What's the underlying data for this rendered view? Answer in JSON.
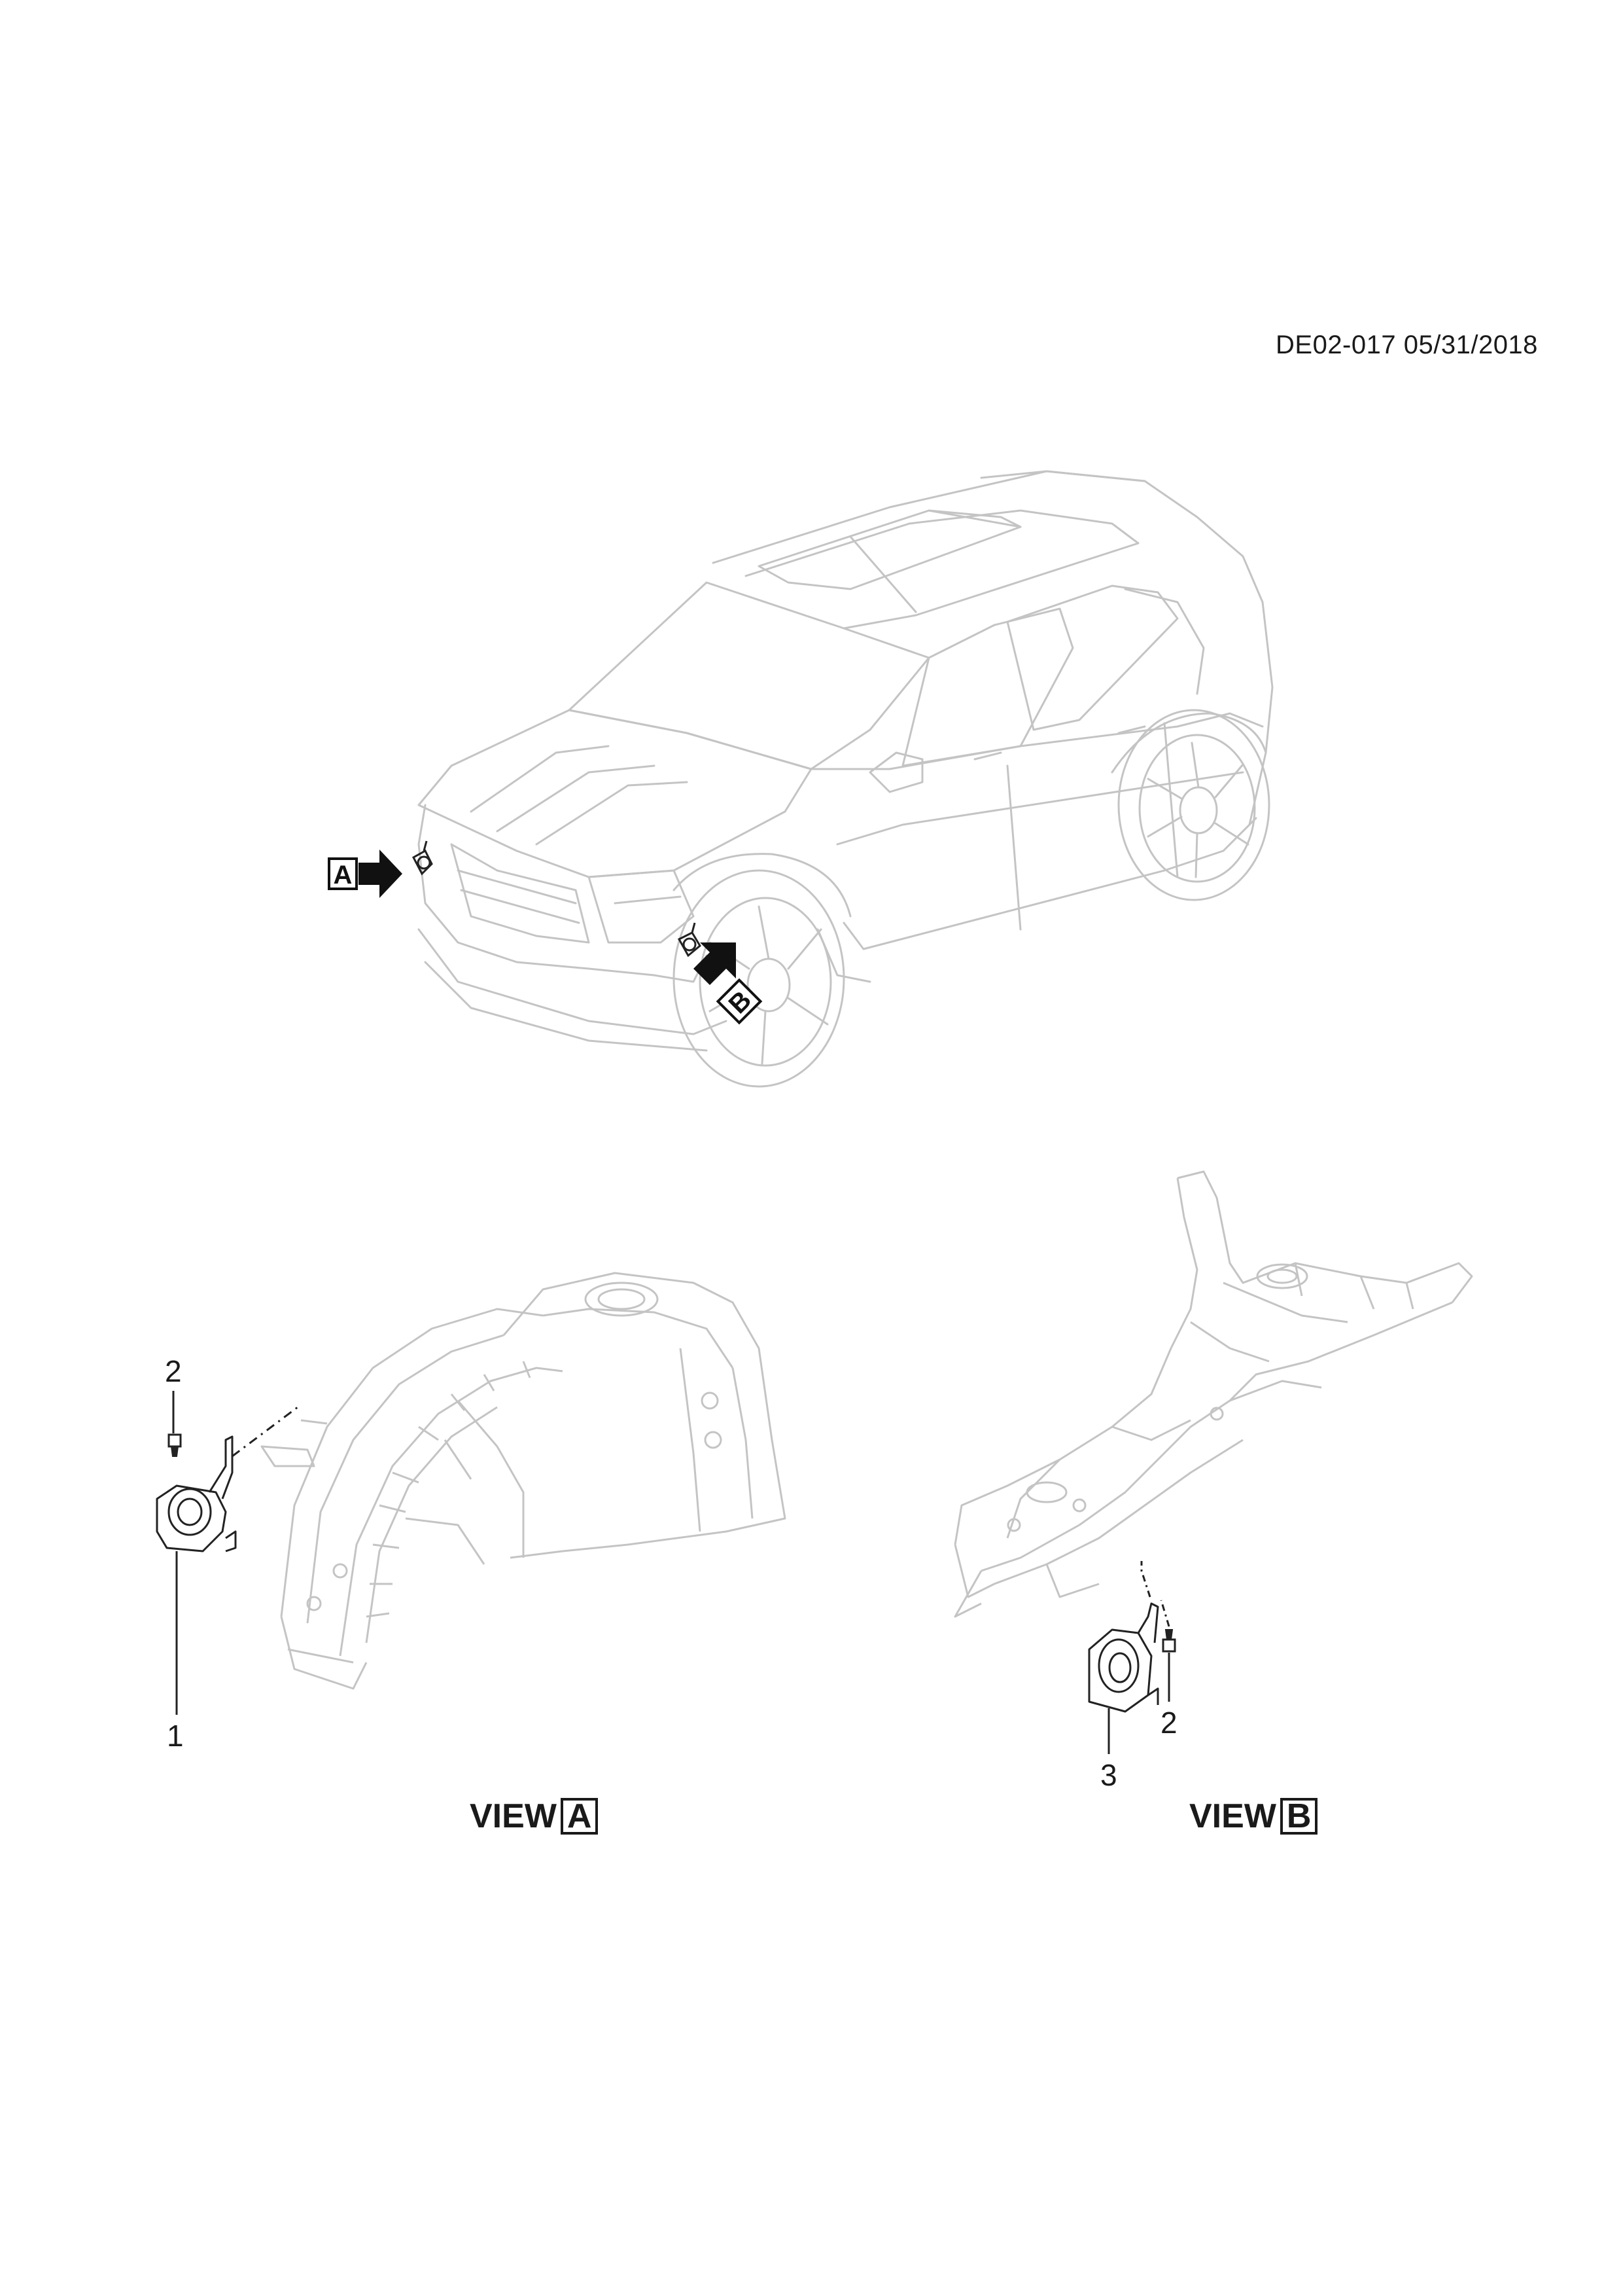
{
  "document": {
    "reference": "DE02-017 05/31/2018"
  },
  "markers": {
    "view_a_letter": "A",
    "view_b_letter": "B"
  },
  "callouts": [
    {
      "id": "1"
    },
    {
      "id": "2"
    },
    {
      "id": "2"
    },
    {
      "id": "3"
    }
  ],
  "views": [
    {
      "word": "VIEW",
      "letter": "A"
    },
    {
      "word": "VIEW",
      "letter": "B"
    }
  ],
  "colors": {
    "line_light": "#bdbdbd",
    "line_dark": "#222222",
    "arrow": "#111111"
  },
  "icons": [
    "vehicle-outline",
    "horn-icon",
    "bolt-icon",
    "wheelhouse-panel",
    "arrow-marker"
  ]
}
